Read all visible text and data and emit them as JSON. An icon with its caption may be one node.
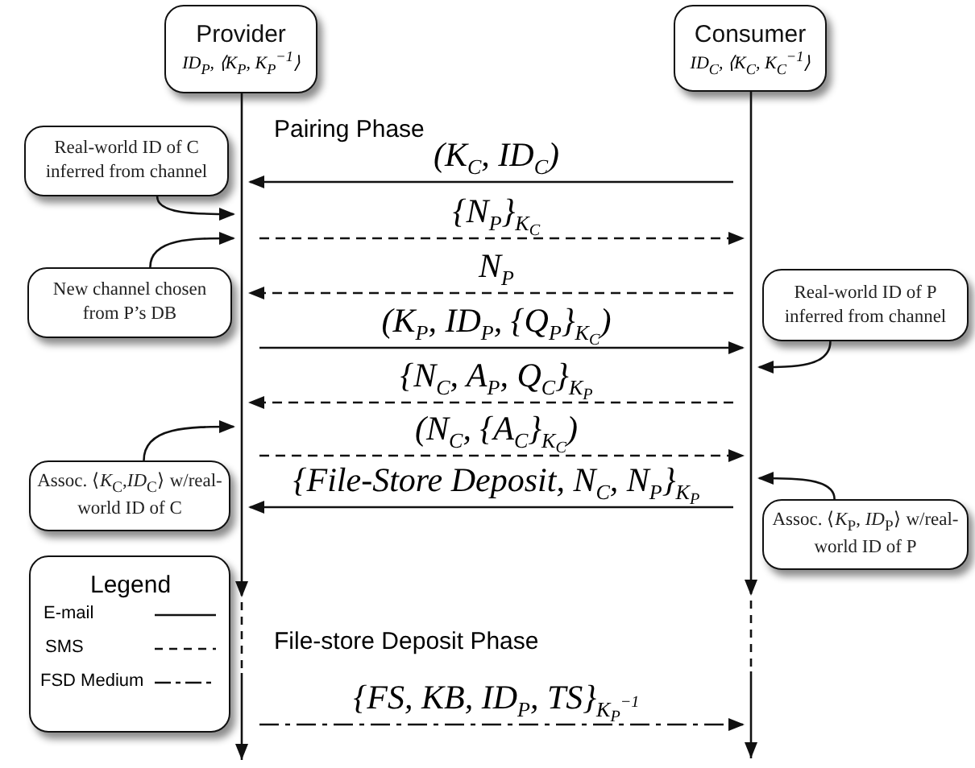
{
  "diagram": {
    "nodes": [
      {
        "text": [
          "Provider",
          "ID$_{P}$, ⟨K$_{P}$, K$_{P}$$^{−1}$⟩"
        ]
      },
      {
        "text": [
          "Consumer",
          "ID$_{C}$, ⟨K$_{C}$, K$_{C}$$^{−1}$⟩"
        ]
      },
      {
        "text": [
          "Real-world ID of C inferred from channel"
        ]
      },
      {
        "text": [
          "New channel chosen from P’s DB"
        ]
      },
      {
        "text": [
          "Real-world ID of P inferred from channel"
        ]
      },
      {
        "text": [
          "Assoc. ⟨*K*$_{C}$,*ID*$_{C}$⟩ w/real-world ID of C"
        ]
      },
      {
        "text": [
          "Assoc. ⟨*K*$_{P}$, *ID*$_{P}$⟩ w/real-world ID of P"
        ]
      },
      {
        "text": [],
        "shape": "bar"
      },
      {
        "text": [],
        "shape": "bar"
      }
    ],
    "edges": [
      {
        "from": 8,
        "to": 7,
        "arrow": "to",
        "label": "(K$_{C}$, ID$_{C}$)"
      },
      {
        "from": 7,
        "to": 8,
        "arrow": "to",
        "label": "{N$_{P}$}$_{K}$$_{C}$",
        "style": "dashed"
      },
      {
        "from": 8,
        "to": 7,
        "arrow": "to",
        "label": "N$_{P}$",
        "style": "dashed"
      },
      {
        "from": 7,
        "to": 8,
        "arrow": "to",
        "label": "(K$_{P}$, ID$_{P}$, {Q$_{P}$}$_{K}$$_{C}$)"
      },
      {
        "from": 8,
        "to": 7,
        "arrow": "to",
        "label": "{N$_{C}$, A$_{P}$, Q$_{C}$}$_{K}$$_{P}$",
        "style": "dashed"
      },
      {
        "from": 7,
        "to": 8,
        "arrow": "to",
        "label": "(N$_{C}$, {A$_{C}$}$_{K}$$_{C}$)",
        "style": "dashed"
      },
      {
        "from": 8,
        "to": 7,
        "arrow": "to",
        "label": "{File-Store Deposit, N$_{C}$, N$_{P}$}$_{K}$$_{P}$"
      },
      {
        "from": 7,
        "to": 8,
        "arrow": "to",
        "label": "{FS, KB, ID$_{P}$, TS}$_{K}$$_{P}$$^{−1}$",
        "style": "dashed"
      },
      {
        "from": 2,
        "to": 7,
        "arrow": "to"
      },
      {
        "from": 3,
        "to": 7,
        "arrow": "to"
      },
      {
        "from": 4,
        "to": 8,
        "arrow": "to"
      },
      {
        "from": 5,
        "to": 7,
        "arrow": "to"
      },
      {
        "from": 6,
        "to": 8,
        "arrow": "to"
      }
    ],
    "labels": [
      "Pairing Phase",
      "File-store Deposit Phase",
      "Legend"
    ],
    "legend": [
      {
        "text": "E-mail"
      },
      {
        "text": "SMS"
      },
      {
        "text": "FSD Medium"
      }
    ]
  }
}
